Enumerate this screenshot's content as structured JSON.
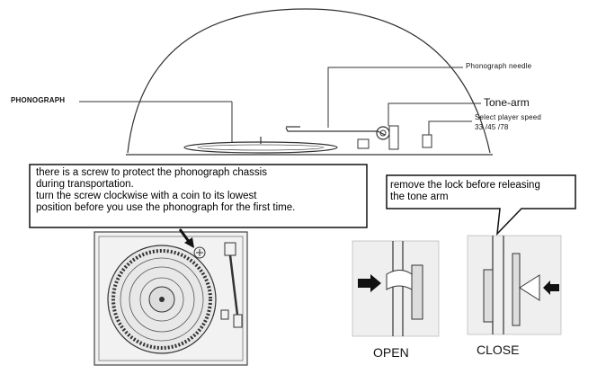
{
  "labels": {
    "phonograph": "PHONOGRAPH",
    "needle": "Phonograph needle",
    "tonearm": "Tone-arm",
    "speed": "Select player speed",
    "speeds": "33 /45 /78",
    "open": "OPEN",
    "close": "CLOSE"
  },
  "notes": {
    "screw_line1": "there is a screw to protect the phonograph chassis",
    "screw_line2": "during transportation.",
    "screw_line3": "turn the screw clockwise with a coin to its lowest",
    "screw_line4": "position before you use the phonograph for the first time.",
    "lock_line1": "remove the lock before releasing",
    "lock_line2": "the tone arm"
  }
}
